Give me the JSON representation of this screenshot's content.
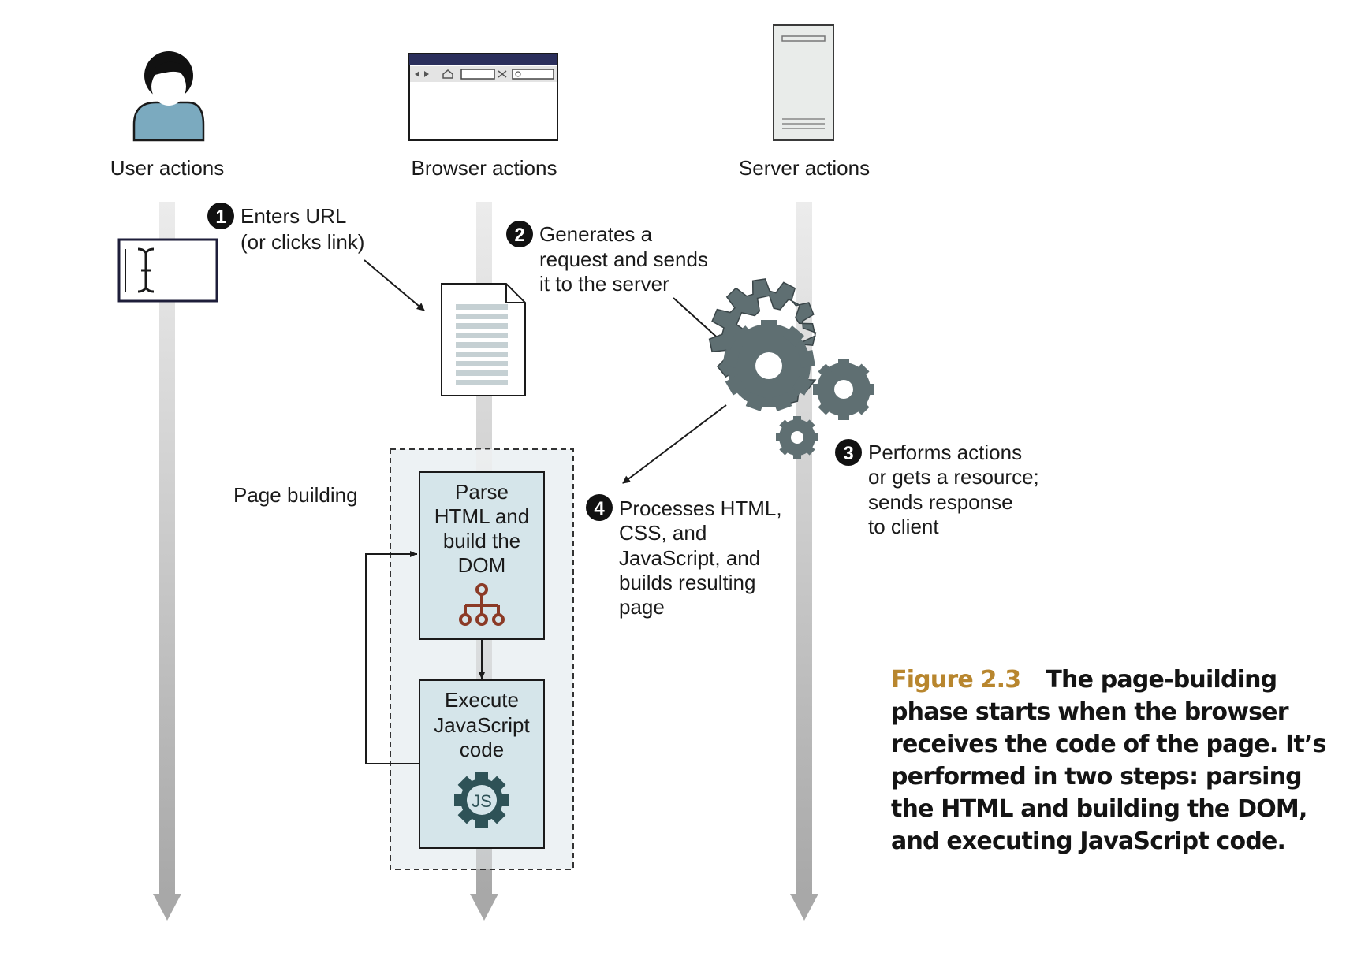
{
  "lanes": {
    "user": "User actions",
    "browser": "Browser actions",
    "server": "Server actions"
  },
  "steps": [
    {
      "number": "1",
      "lines": [
        "Enters URL",
        "(or clicks link)"
      ]
    },
    {
      "number": "2",
      "lines": [
        "Generates a",
        "request and sends",
        "it to the server"
      ]
    },
    {
      "number": "3",
      "lines": [
        "Performs actions",
        "or gets a resource;",
        "sends response",
        "to client"
      ]
    },
    {
      "number": "4",
      "lines": [
        "Processes HTML,",
        "CSS, and",
        "JavaScript, and",
        "builds resulting",
        "page"
      ]
    }
  ],
  "page_building": {
    "label": "Page building",
    "parse_box": [
      "Parse",
      "HTML and",
      "build the",
      "DOM"
    ],
    "execute_box": [
      "Execute",
      "JavaScript",
      "code"
    ],
    "js_badge": "JS"
  },
  "caption": {
    "figure_label": "Figure 2.3",
    "text": "The page-building phase starts when the browser receives the code of the page. It’s performed in two steps: parsing the HTML and building the DOM, and executing JavaScript code."
  },
  "colors": {
    "person": "#7baabf",
    "gear": "#5f6f72",
    "box_fill": "#d5e5ea",
    "dashed_region": "#edf2f4",
    "caption_label": "#b8862e",
    "dom_icon": "#8b3a26",
    "js_gear": "#2e5257"
  }
}
